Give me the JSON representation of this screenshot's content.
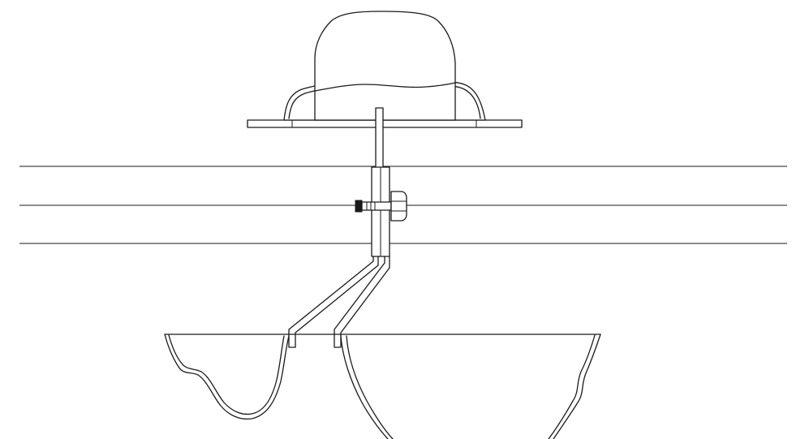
{
  "diagram": {
    "kind": "technical line drawing",
    "colors": {
      "line": "#1a1a1a",
      "background": "#ffffff"
    },
    "parts": [
      "cap",
      "flange-plate",
      "roof-rails",
      "vertical-bracket",
      "bolt",
      "nut",
      "hanger-arms",
      "gutter"
    ]
  }
}
